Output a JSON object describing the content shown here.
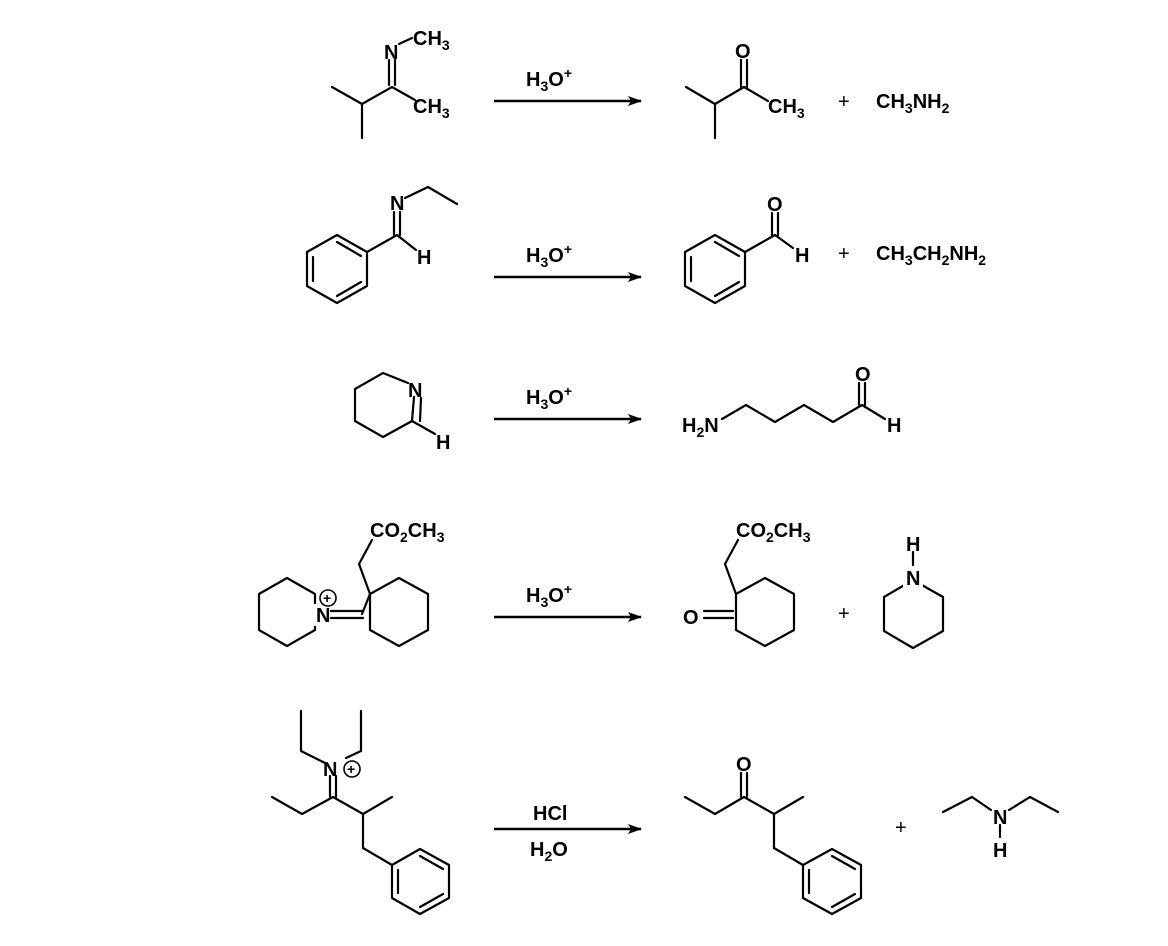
{
  "reactions": [
    {
      "reagent_top": {
        "main": "H",
        "sub": "3",
        "main2": "O",
        "sup": "+"
      },
      "reactant": {
        "atoms": {
          "n": "N",
          "me_top": {
            "main": "CH",
            "sub": "3"
          },
          "me_side": {
            "main": "CH",
            "sub": "3"
          }
        }
      },
      "product": {
        "atoms": {
          "o": "O",
          "me": {
            "main": "CH",
            "sub": "3"
          }
        }
      },
      "plus": "+",
      "byproduct": {
        "p1": "CH",
        "s1": "3",
        "p2": "NH",
        "s2": "2"
      }
    },
    {
      "reagent_top": {
        "main": "H",
        "sub": "3",
        "main2": "O",
        "sup": "+"
      },
      "reactant": {
        "atoms": {
          "n": "N",
          "h": "H"
        }
      },
      "product": {
        "atoms": {
          "o": "O",
          "h": "H"
        }
      },
      "plus": "+",
      "byproduct": {
        "p1": "CH",
        "s1": "3",
        "p2": "CH",
        "s2": "2",
        "p3": "NH",
        "s3": "2"
      }
    },
    {
      "reagent_top": {
        "main": "H",
        "sub": "3",
        "main2": "O",
        "sup": "+"
      },
      "reactant": {
        "atoms": {
          "n": "N",
          "h": "H"
        }
      },
      "product": {
        "atoms": {
          "amine_h": "H",
          "amine_sub": "2",
          "amine_n": "N",
          "o": "O",
          "h": "H"
        }
      }
    },
    {
      "reagent_top": {
        "main": "H",
        "sub": "3",
        "main2": "O",
        "sup": "+"
      },
      "reactant": {
        "atoms": {
          "ester": {
            "p1": "CO",
            "s1": "2",
            "p2": "CH",
            "s2": "3"
          },
          "n": "N",
          "charge": "+"
        }
      },
      "product": {
        "atoms": {
          "ester": {
            "p1": "CO",
            "s1": "2",
            "p2": "CH",
            "s2": "3"
          },
          "o": "O"
        }
      },
      "plus": "+",
      "byproduct": {
        "n": "N",
        "h": "H"
      }
    },
    {
      "reagent_top": {
        "main": "HCl"
      },
      "reagent_bottom": {
        "main": "H",
        "sub": "2",
        "main2": "O"
      },
      "reactant": {
        "atoms": {
          "n": "N",
          "charge": "+"
        }
      },
      "product": {
        "atoms": {
          "o": "O"
        }
      },
      "plus": "+",
      "byproduct": {
        "n": "N",
        "h": "H"
      }
    }
  ]
}
